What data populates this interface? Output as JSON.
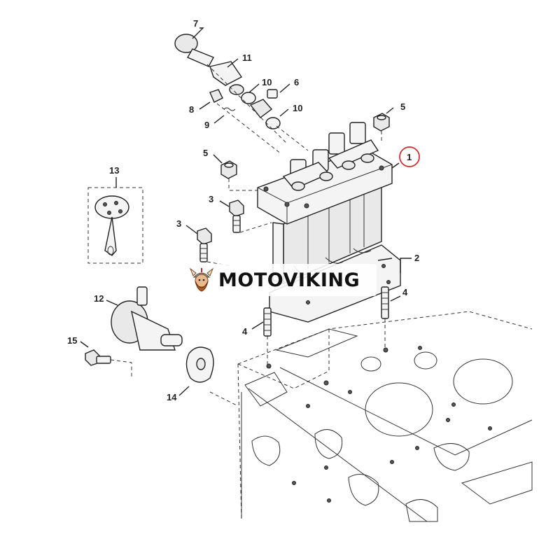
{
  "diagram": {
    "callouts": {
      "p1": "1",
      "p2": "2",
      "p3a": "3",
      "p3b": "3",
      "p4a": "4",
      "p4b": "4",
      "p5a": "5",
      "p5b": "5",
      "p6": "6",
      "p7": "7",
      "p8": "8",
      "p9": "9",
      "p10a": "10",
      "p10b": "10",
      "p11": "11",
      "p12": "12",
      "p13": "13",
      "p14": "14",
      "p15": "15"
    },
    "highlight_color": "#d32f2f"
  },
  "watermark": {
    "text": "MOTOVIKING",
    "logo_icon": "viking-mascot-icon"
  }
}
